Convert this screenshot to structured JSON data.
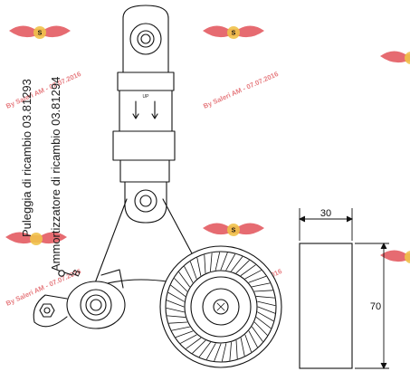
{
  "captions": {
    "pulley_part": "Puleggia di ricambio 03.81293",
    "tensioner_part": "Ammortizzatore di ricambio 03.81294"
  },
  "dimensions": {
    "width": "30",
    "height": "70"
  },
  "marks": {
    "pin_label": "B",
    "cylinder_label": "UP"
  },
  "watermark": {
    "text": "By Saleri AM - 07.07.2016",
    "logo_letter": "S"
  },
  "colors": {
    "line": "#111111",
    "watermark": "#e2666b",
    "watermark_logo": "#e04a52",
    "watermark_badge": "#f0c24a"
  }
}
